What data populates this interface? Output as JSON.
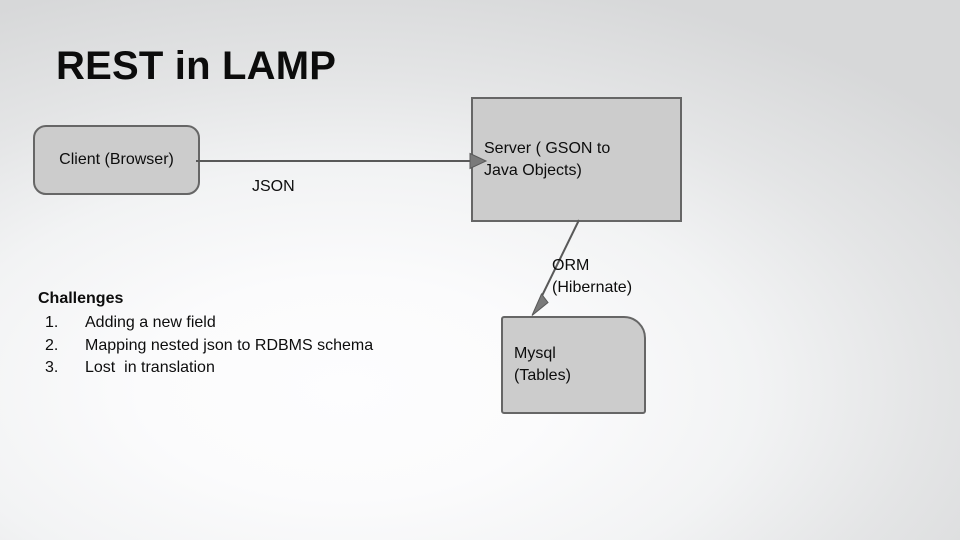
{
  "slide": {
    "title": "REST in LAMP",
    "background_top_color": "#d8d9da",
    "background_center_color": "#fdfdfe"
  },
  "theme": {
    "node_fill": "#cccccc",
    "node_border": "#666666",
    "text_color": "#0d0d0d",
    "connector_color": "#595959"
  },
  "nodes": {
    "client": {
      "label": "Client (Browser)",
      "shape": "rounded-rectangle"
    },
    "server": {
      "label": "Server ( GSON to\nJava Objects)",
      "shape": "rectangle"
    },
    "mysql": {
      "label": "Mysql\n(Tables)",
      "shape": "folded-corner-rectangle"
    }
  },
  "edges": {
    "client_to_server": {
      "label": "JSON",
      "from": "client",
      "to": "server",
      "direction": "right"
    },
    "server_to_mysql": {
      "label": "ORM\n(Hibernate)",
      "from": "server",
      "to": "mysql",
      "direction": "down-left"
    }
  },
  "challenges": {
    "heading": "Challenges",
    "items": [
      {
        "number": "1.",
        "text": "Adding a new field"
      },
      {
        "number": "2.",
        "text": "Mapping nested json to RDBMS schema"
      },
      {
        "number": "3.",
        "text": "Lost  in translation"
      }
    ]
  }
}
